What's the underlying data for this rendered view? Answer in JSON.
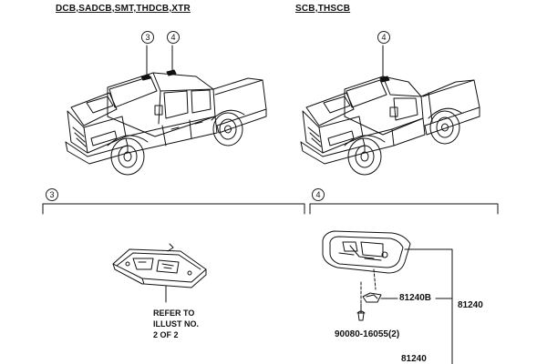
{
  "headers": {
    "left_variants": "DCB,SADCB,SMT,THDCB,XTR",
    "right_variants": "SCB,THSCB"
  },
  "callouts": {
    "three": "3",
    "four": "4"
  },
  "parts": {
    "sub_part": "81240B",
    "assembly": "81240",
    "screw": "90080-16055(2)",
    "partial_bottom": "81240"
  },
  "note": {
    "line1": "REFER TO",
    "line2": "ILLUST NO.",
    "line3": "2 OF 2"
  }
}
